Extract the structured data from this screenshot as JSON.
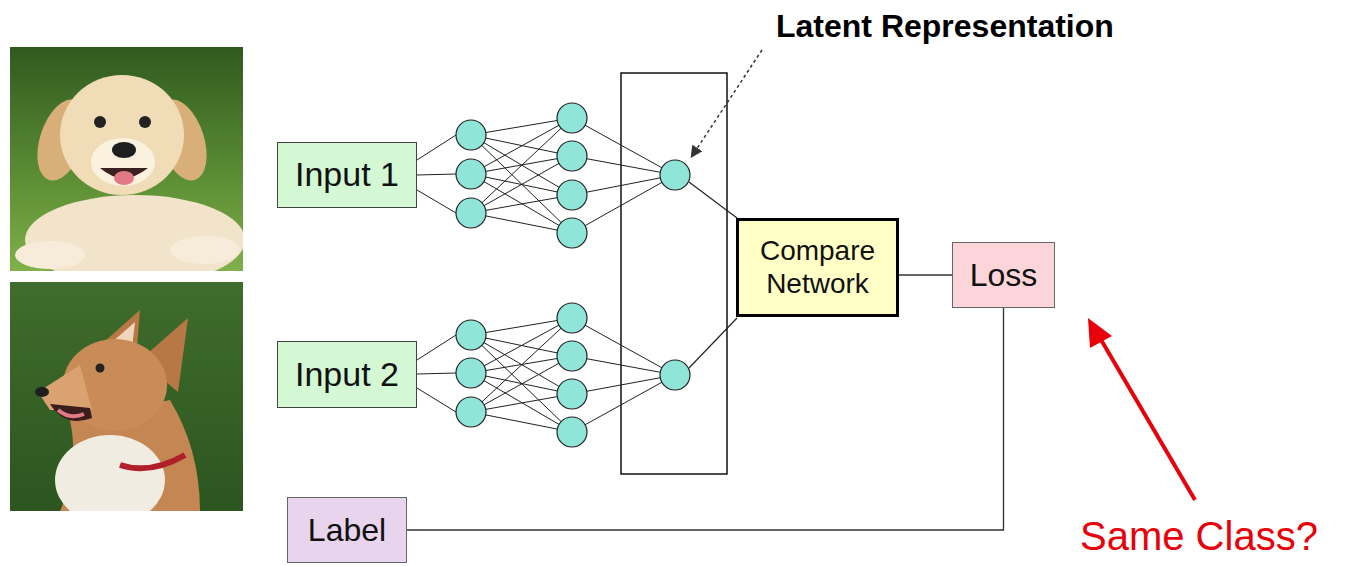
{
  "diagram": {
    "nodes": [
      {
        "text": [
          "Input 1"
        ]
      },
      {
        "text": [
          "Compare Network"
        ]
      },
      {
        "text": [
          "Loss"
        ]
      },
      {
        "text": [
          "Input 2"
        ]
      },
      {
        "text": [
          "Label"
        ]
      }
    ],
    "edges": [
      {
        "from": 1,
        "to": 2,
        "arrow": "none"
      },
      {
        "from": 4,
        "to": 2,
        "arrow": "none"
      }
    ],
    "labels": [
      "Latent Representation",
      "Same Class?"
    ]
  }
}
